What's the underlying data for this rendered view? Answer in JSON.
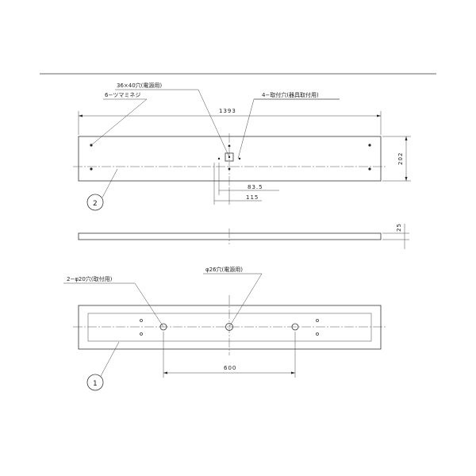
{
  "labels": {
    "top_square_hole": "36×40穴(電源用)",
    "top_knob_screws": "6−ツマミネジ",
    "top_mount_holes": "4−取付穴(器具取付用)",
    "bottom_mount_holes": "2−φ20穴(取付用)",
    "bottom_power_hole": "φ26穴(電源用)"
  },
  "dimensions": {
    "overall_length": "1393",
    "width": "202",
    "offset_small": "83.5",
    "offset_large": "115",
    "thickness": "25",
    "hole_spacing": "600"
  },
  "callouts": {
    "part_2": "2",
    "part_1": "1"
  }
}
